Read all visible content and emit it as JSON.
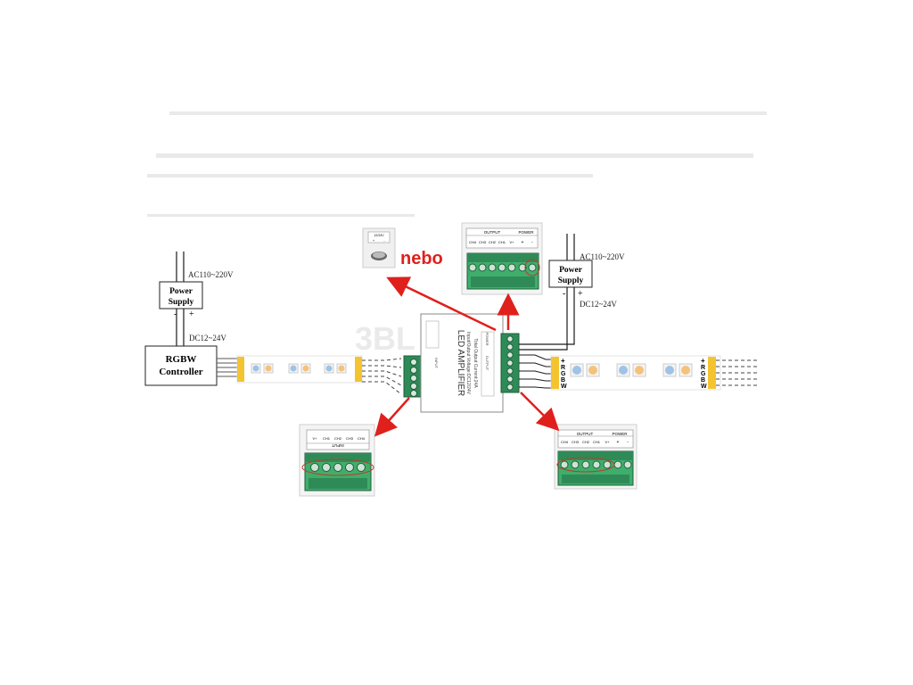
{
  "left_supply": {
    "ac_label": "AC110~220V",
    "box_label_line1": "Power",
    "box_label_line2": "Supply",
    "minus": "-",
    "plus": "+",
    "dc_label": "DC12~24V"
  },
  "controller": {
    "line1": "RGBW",
    "line2": "Controller"
  },
  "right_supply": {
    "ac_label": "AC110~220V",
    "box_label_line1": "Power",
    "box_label_line2": "Supply",
    "minus": "-",
    "plus": "+",
    "dc_label": "DC12~24V"
  },
  "amplifier": {
    "title": "LED AMPLIFIER",
    "input_voltage": "Input/Output Voltage:DC12/24V",
    "total_current": "Total Output Current:24A",
    "power_label": "POWER",
    "output_label": "OUTPUT",
    "input_label": "INPUT"
  },
  "nebo": "nebo",
  "watermark": "3BL",
  "strip_labels": [
    "+",
    "R",
    "G",
    "B",
    "W"
  ],
  "output_terminal": {
    "output_header": "OUTPUT",
    "power_header": "POWER",
    "channels": [
      "CH4",
      "CH3",
      "CH2",
      "CH1",
      "V+",
      "+",
      "-"
    ]
  },
  "input_terminal": {
    "header": "INPUT",
    "channels": [
      "V+",
      "CH1",
      "CH2",
      "CH3",
      "CH4"
    ]
  },
  "small_terminal": {
    "label": "12/24V",
    "signs": [
      "+",
      "-"
    ]
  },
  "colors": {
    "arrow": "#e0201c",
    "nebo": "#e0201c",
    "terminal_green": "#2e8b57",
    "terminal_light": "#3fae6b",
    "wire": "#1a1a1a",
    "strip_pad": "#f4c430"
  }
}
